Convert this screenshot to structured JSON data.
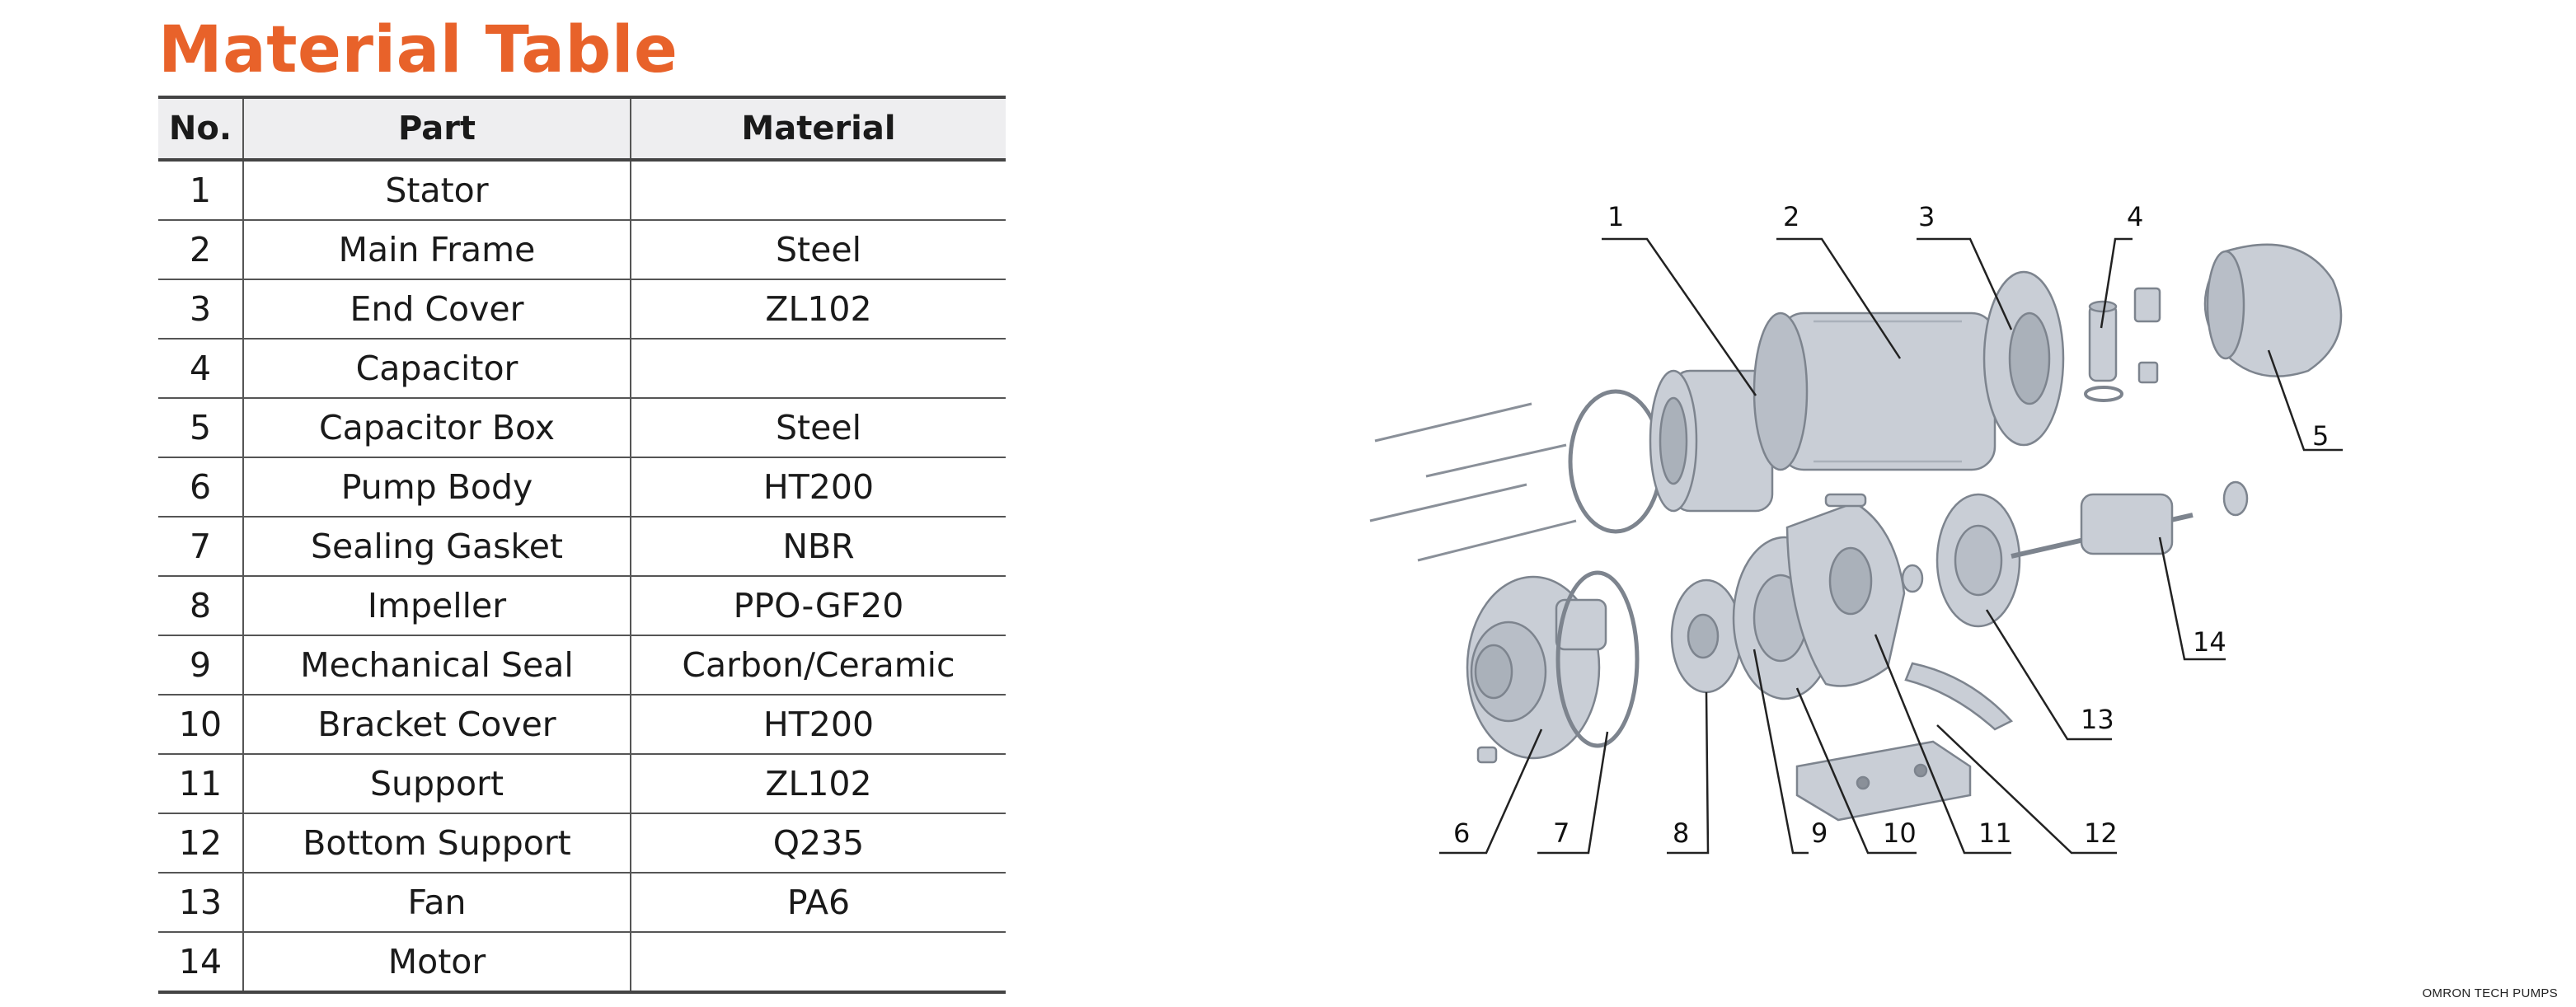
{
  "title": "Material Table",
  "table": {
    "headers": [
      "No.",
      "Part",
      "Material"
    ],
    "rows": [
      {
        "no": "1",
        "part": "Stator",
        "material": ""
      },
      {
        "no": "2",
        "part": "Main Frame",
        "material": "Steel"
      },
      {
        "no": "3",
        "part": "End Cover",
        "material": "ZL102"
      },
      {
        "no": "4",
        "part": "Capacitor",
        "material": ""
      },
      {
        "no": "5",
        "part": "Capacitor Box",
        "material": "Steel"
      },
      {
        "no": "6",
        "part": "Pump Body",
        "material": "HT200"
      },
      {
        "no": "7",
        "part": "Sealing Gasket",
        "material": "NBR"
      },
      {
        "no": "8",
        "part": "Impeller",
        "material": "PPO-GF20"
      },
      {
        "no": "9",
        "part": "Mechanical Seal",
        "material": "Carbon/Ceramic"
      },
      {
        "no": "10",
        "part": "Bracket Cover",
        "material": "HT200"
      },
      {
        "no": "11",
        "part": "Support",
        "material": "ZL102"
      },
      {
        "no": "12",
        "part": "Bottom Support",
        "material": "Q235"
      },
      {
        "no": "13",
        "part": "Fan",
        "material": "PA6"
      },
      {
        "no": "14",
        "part": "Motor",
        "material": ""
      }
    ]
  },
  "diagram": {
    "labels": {
      "l1": "1",
      "l2": "2",
      "l3": "3",
      "l4": "4",
      "l5": "5",
      "l6": "6",
      "l7": "7",
      "l8": "8",
      "l9": "9",
      "l10": "10",
      "l11": "11",
      "l12": "12",
      "l13": "13",
      "l14": "14"
    }
  },
  "footer": "OMRON TECH PUMPS",
  "colors": {
    "title": "#e8622a",
    "part_fill": "#c9ced6",
    "part_stroke": "#7d848e"
  }
}
